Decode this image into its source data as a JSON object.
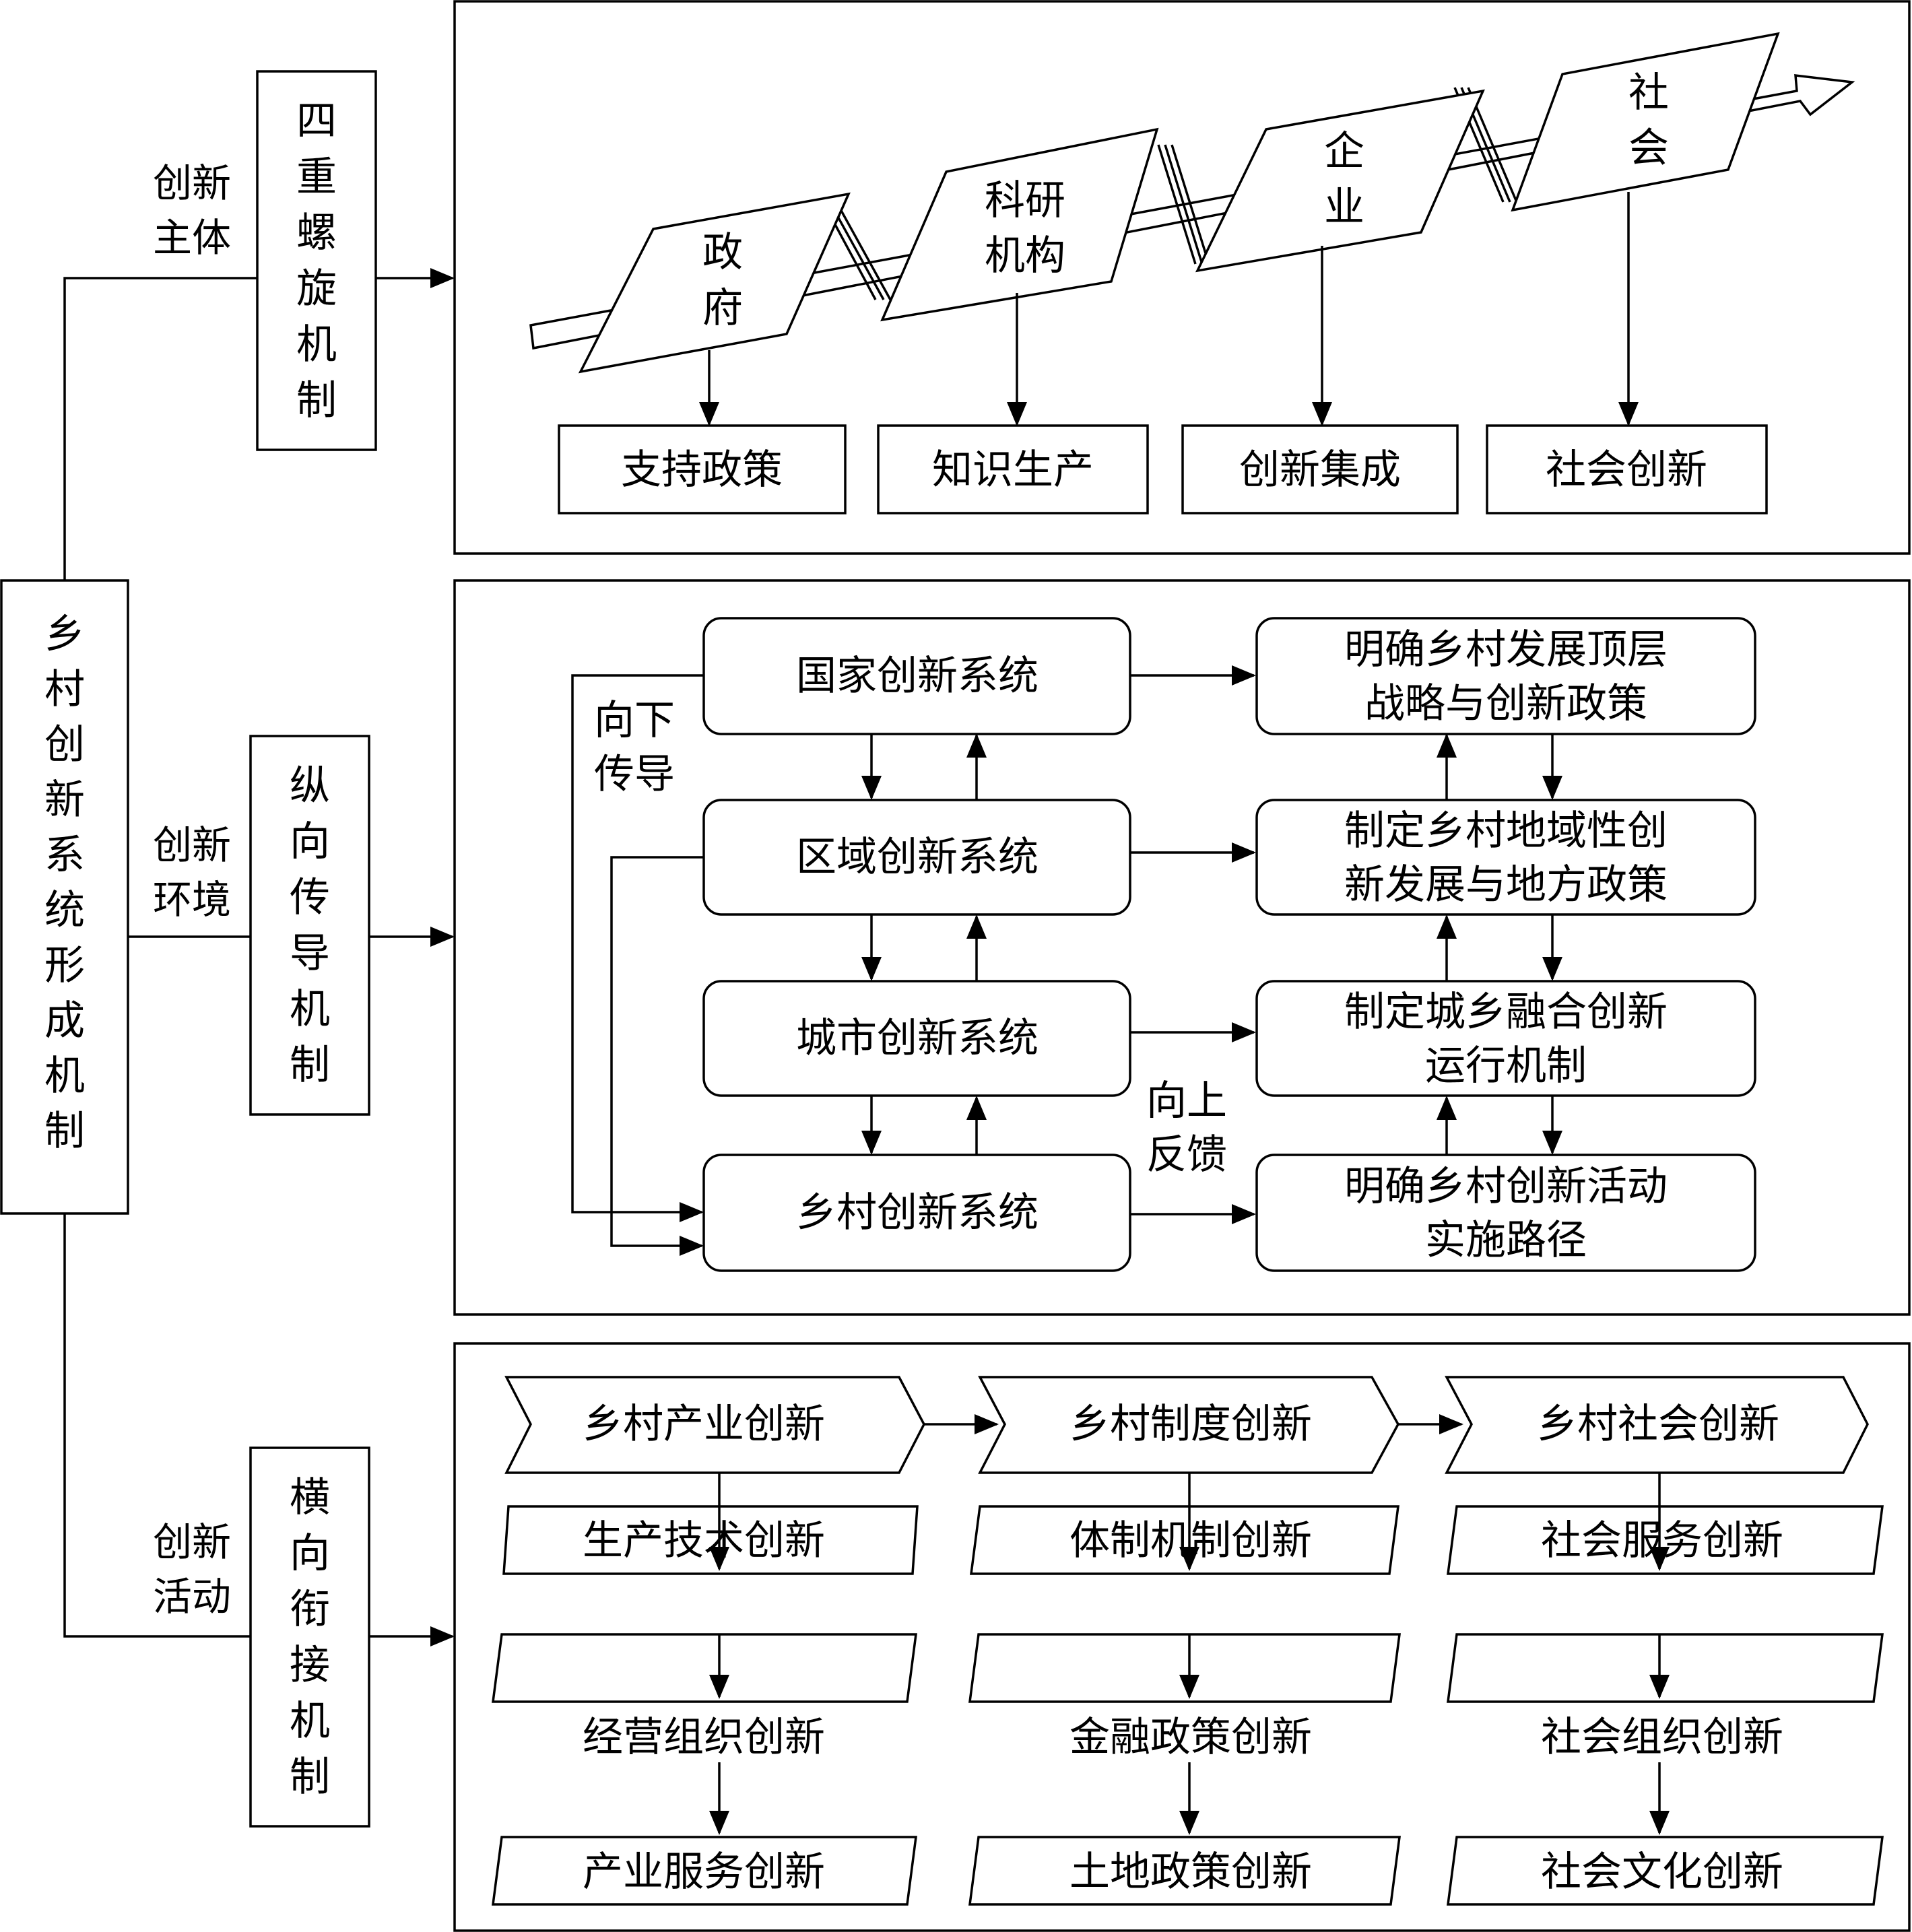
{
  "left": {
    "main_title": [
      "乡",
      "村",
      "创",
      "新",
      "系",
      "统",
      "形",
      "成",
      "机",
      "制"
    ]
  },
  "branches": [
    {
      "label_lines": [
        "创新",
        "主体"
      ],
      "mechanism_chars": [
        "四",
        "重",
        "螺",
        "旋",
        "机",
        "制"
      ]
    },
    {
      "label_lines": [
        "创新",
        "环境"
      ],
      "mechanism_chars": [
        "纵",
        "向",
        "传",
        "导",
        "机",
        "制"
      ]
    },
    {
      "label_lines": [
        "创新",
        "活动"
      ],
      "mechanism_chars": [
        "横",
        "向",
        "衔",
        "接",
        "机",
        "制"
      ]
    }
  ],
  "helix": {
    "actors": [
      {
        "lines": [
          "政",
          "府"
        ],
        "output": "支持政策"
      },
      {
        "lines": [
          "科研",
          "机构"
        ],
        "output": "知识生产"
      },
      {
        "lines": [
          "企",
          "业"
        ],
        "output": "创新集成"
      },
      {
        "lines": [
          "社",
          "会"
        ],
        "output": "社会创新"
      }
    ]
  },
  "vertical": {
    "systems": [
      "国家创新系统",
      "区域创新系统",
      "城市创新系统",
      "乡村创新系统"
    ],
    "results": [
      [
        "明确乡村发展顶层",
        "战略与创新政策"
      ],
      [
        "制定乡村地域性创",
        "新发展与地方政策"
      ],
      [
        "制定城乡融合创新",
        "运行机制"
      ],
      [
        "明确乡村创新活动",
        "实施路径"
      ]
    ],
    "down_label": [
      "向下",
      "传导"
    ],
    "up_label": [
      "向上",
      "反馈"
    ]
  },
  "horizontal": {
    "columns": [
      {
        "head": "乡村产业创新",
        "items": [
          "生产技术创新",
          "经营组织创新",
          "产业服务创新"
        ]
      },
      {
        "head": "乡村制度创新",
        "items": [
          "体制机制创新",
          "金融政策创新",
          "土地政策创新"
        ]
      },
      {
        "head": "乡村社会创新",
        "items": [
          "社会服务创新",
          "社会组织创新",
          "社会文化创新"
        ]
      }
    ]
  }
}
